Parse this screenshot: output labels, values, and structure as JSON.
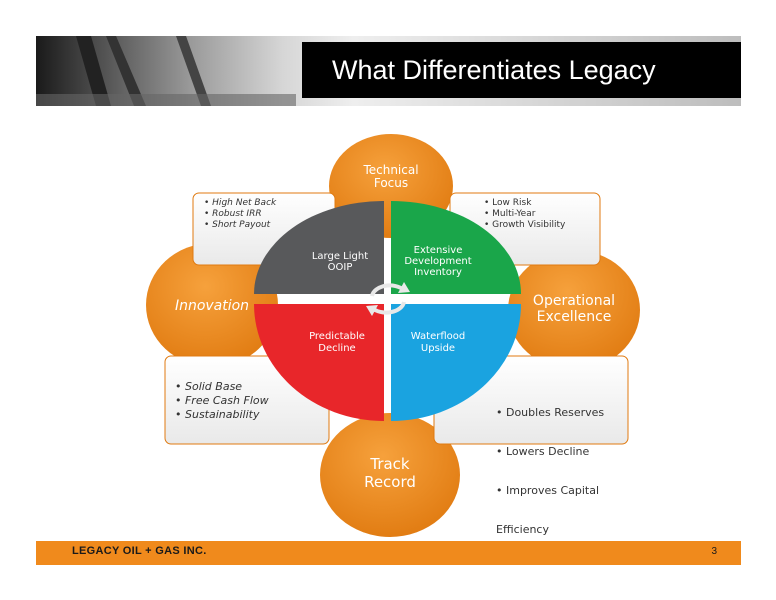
{
  "title": "What Differentiates Legacy",
  "footer": {
    "company": "LEGACY OIL + GAS INC.",
    "page": "3"
  },
  "circles": {
    "technical": "Technical Focus",
    "innovation": "Innovation",
    "operational": "Operational Excellence",
    "track": "Track Record"
  },
  "quadrants": {
    "top_left": "Large Light OOIP",
    "top_right": "Extensive Development Inventory",
    "bottom_left": "Predictable Decline",
    "bottom_right": "Waterflood Upside"
  },
  "boxes": {
    "top_left": [
      "• High Net Back",
      "• Robust IRR",
      "• Short Payout"
    ],
    "top_right": [
      "• Low Risk",
      "• Multi-Year",
      "• Growth Visibility"
    ],
    "bottom_left": [
      "• Solid Base",
      "• Free Cash Flow",
      "• Sustainability"
    ],
    "bottom_right": [
      "• Doubles Reserves",
      "• Lowers Decline",
      "• Improves Capital",
      "  Efficiency"
    ]
  },
  "colors": {
    "orange": "#f08a1c",
    "gray": "#58595b",
    "green": "#1aa64a",
    "red": "#e8262a",
    "blue": "#1aa3e0"
  }
}
